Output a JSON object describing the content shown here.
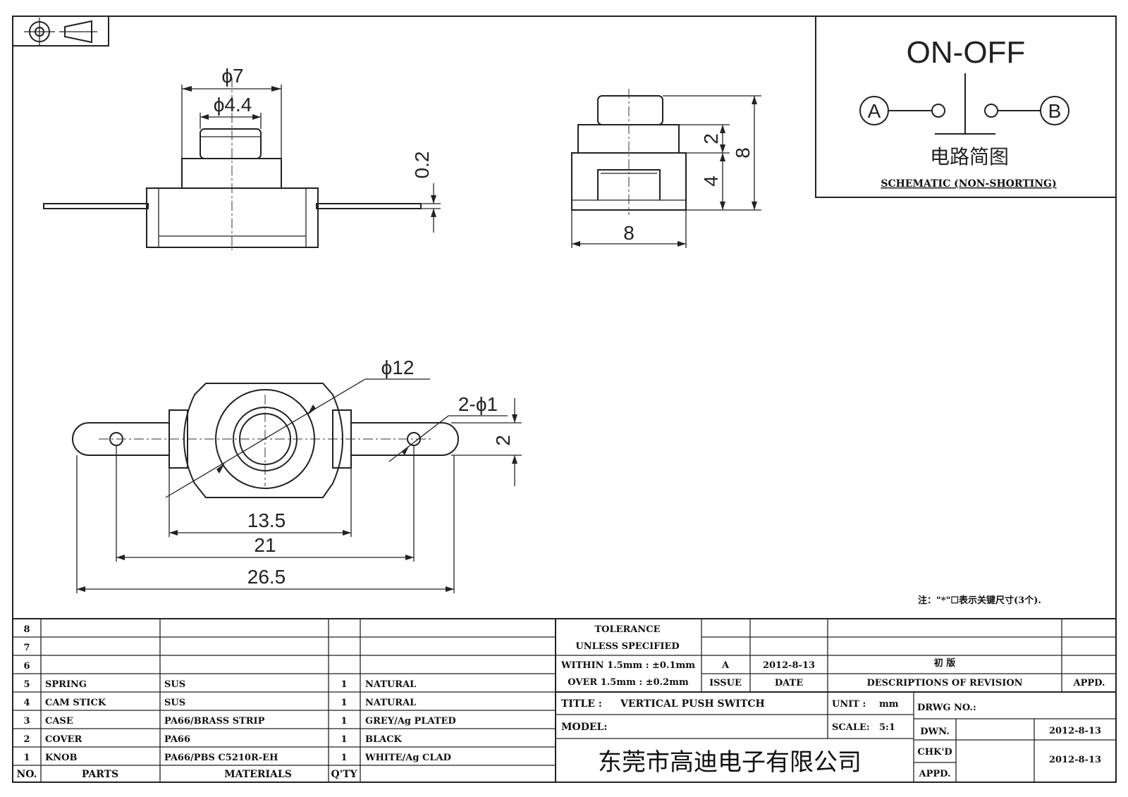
{
  "projection_symbol": "third-angle-projection-icon",
  "front_view": {
    "dim_outer_dia": "ϕ7",
    "dim_inner_dia": "ϕ4.4",
    "dim_lead_thickness": "0.2"
  },
  "side_view": {
    "dim_top": "2",
    "dim_bottom": "4",
    "dim_height": "8",
    "dim_width": "8"
  },
  "top_view": {
    "dim_body_dia": "ϕ12",
    "dim_holes": "2-ϕ1",
    "dim_tab_width": "2",
    "dim_body_len": "13.5",
    "dim_hole_pitch": "21",
    "dim_total_len": "26.5"
  },
  "schematic": {
    "title": "ON-OFF",
    "terminal_a": "A",
    "terminal_b": "B",
    "caption_cn": "电路简图",
    "caption_en": "SCHEMATIC (NON-SHORTING)"
  },
  "note": "注：\"*\"☐表示关键尺寸(3个).",
  "bom": {
    "rows": [
      {
        "no": "8",
        "part": "",
        "material": "",
        "qty": "",
        "finish": ""
      },
      {
        "no": "7",
        "part": "",
        "material": "",
        "qty": "",
        "finish": ""
      },
      {
        "no": "6",
        "part": "",
        "material": "",
        "qty": "",
        "finish": ""
      },
      {
        "no": "5",
        "part": "SPRING",
        "material": "SUS",
        "qty": "1",
        "finish": "NATURAL"
      },
      {
        "no": "4",
        "part": "CAM STICK",
        "material": "SUS",
        "qty": "1",
        "finish": "NATURAL"
      },
      {
        "no": "3",
        "part": "CASE",
        "material": "PA66/BRASS STRIP",
        "qty": "1",
        "finish": "GREY/Ag PLATED"
      },
      {
        "no": "2",
        "part": "COVER",
        "material": "PA66",
        "qty": "1",
        "finish": "BLACK"
      },
      {
        "no": "1",
        "part": "KNOB",
        "material": "PA66/PBS C5210R-EH",
        "qty": "1",
        "finish": "WHITE/Ag CLAD"
      }
    ],
    "header": {
      "no": "NO.",
      "parts": "PARTS",
      "materials": "MATERIALS",
      "qty": "Q'TY"
    }
  },
  "tolerance": {
    "line1": "TOLERANCE",
    "line2": "UNLESS  SPECIFIED",
    "line3": "WITHIN 1.5mm : ±0.1mm",
    "line4": "OVER 1.5mm : ±0.2mm"
  },
  "revision": {
    "issue": "A",
    "date": "2012-8-13",
    "description": "初  版",
    "h_issue": "ISSUE",
    "h_date": "DATE",
    "h_desc": "DESCRIPTIONS OF REVISION",
    "h_appd": "APPD."
  },
  "title_block": {
    "title_label": "TITLE :",
    "title": "VERTICAL PUSH SWITCH",
    "unit_label": "UNIT :",
    "unit": "mm",
    "drwg_label": "DRWG NO.:",
    "model_label": "MODEL:",
    "scale_label": "SCALE:",
    "scale": "5:1",
    "dwn_label": "DWN.",
    "dwn_date": "2012-8-13",
    "chkd_label": "CHK'D",
    "chkd_date": "2012-8-13",
    "appd_label": "APPD.",
    "company": "东莞市高迪电子有限公司"
  }
}
